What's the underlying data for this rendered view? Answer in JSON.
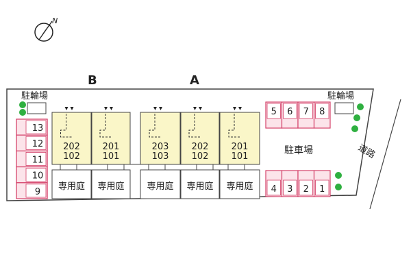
{
  "compass": {
    "north_label": "N",
    "icon": "north-arrow-icon"
  },
  "buildings": [
    {
      "letter": "B"
    },
    {
      "letter": "A"
    }
  ],
  "bike_parking": [
    {
      "label": "駐輪場"
    },
    {
      "label": "駐輪場"
    }
  ],
  "units": [
    {
      "upper": "202",
      "lower": "102",
      "garden": "専用庭"
    },
    {
      "upper": "201",
      "lower": "101",
      "garden": "専用庭"
    },
    {
      "upper": "203",
      "lower": "103",
      "garden": "専用庭"
    },
    {
      "upper": "202",
      "lower": "102",
      "garden": "専用庭"
    },
    {
      "upper": "201",
      "lower": "101",
      "garden": "専用庭"
    }
  ],
  "left_parking": [
    "13",
    "12",
    "11",
    "10",
    "9"
  ],
  "right_top_parking": [
    "5",
    "6",
    "7",
    "8"
  ],
  "right_bottom_parking": [
    "4",
    "3",
    "2",
    "1"
  ],
  "parking_label": "駐車場",
  "road_label": "道路",
  "colors": {
    "unit_fill": "#faf6c8",
    "parking_fill": "#fce4ea",
    "parking_stroke": "#d4426a",
    "tree": "#2fb040",
    "outline": "#333333"
  }
}
